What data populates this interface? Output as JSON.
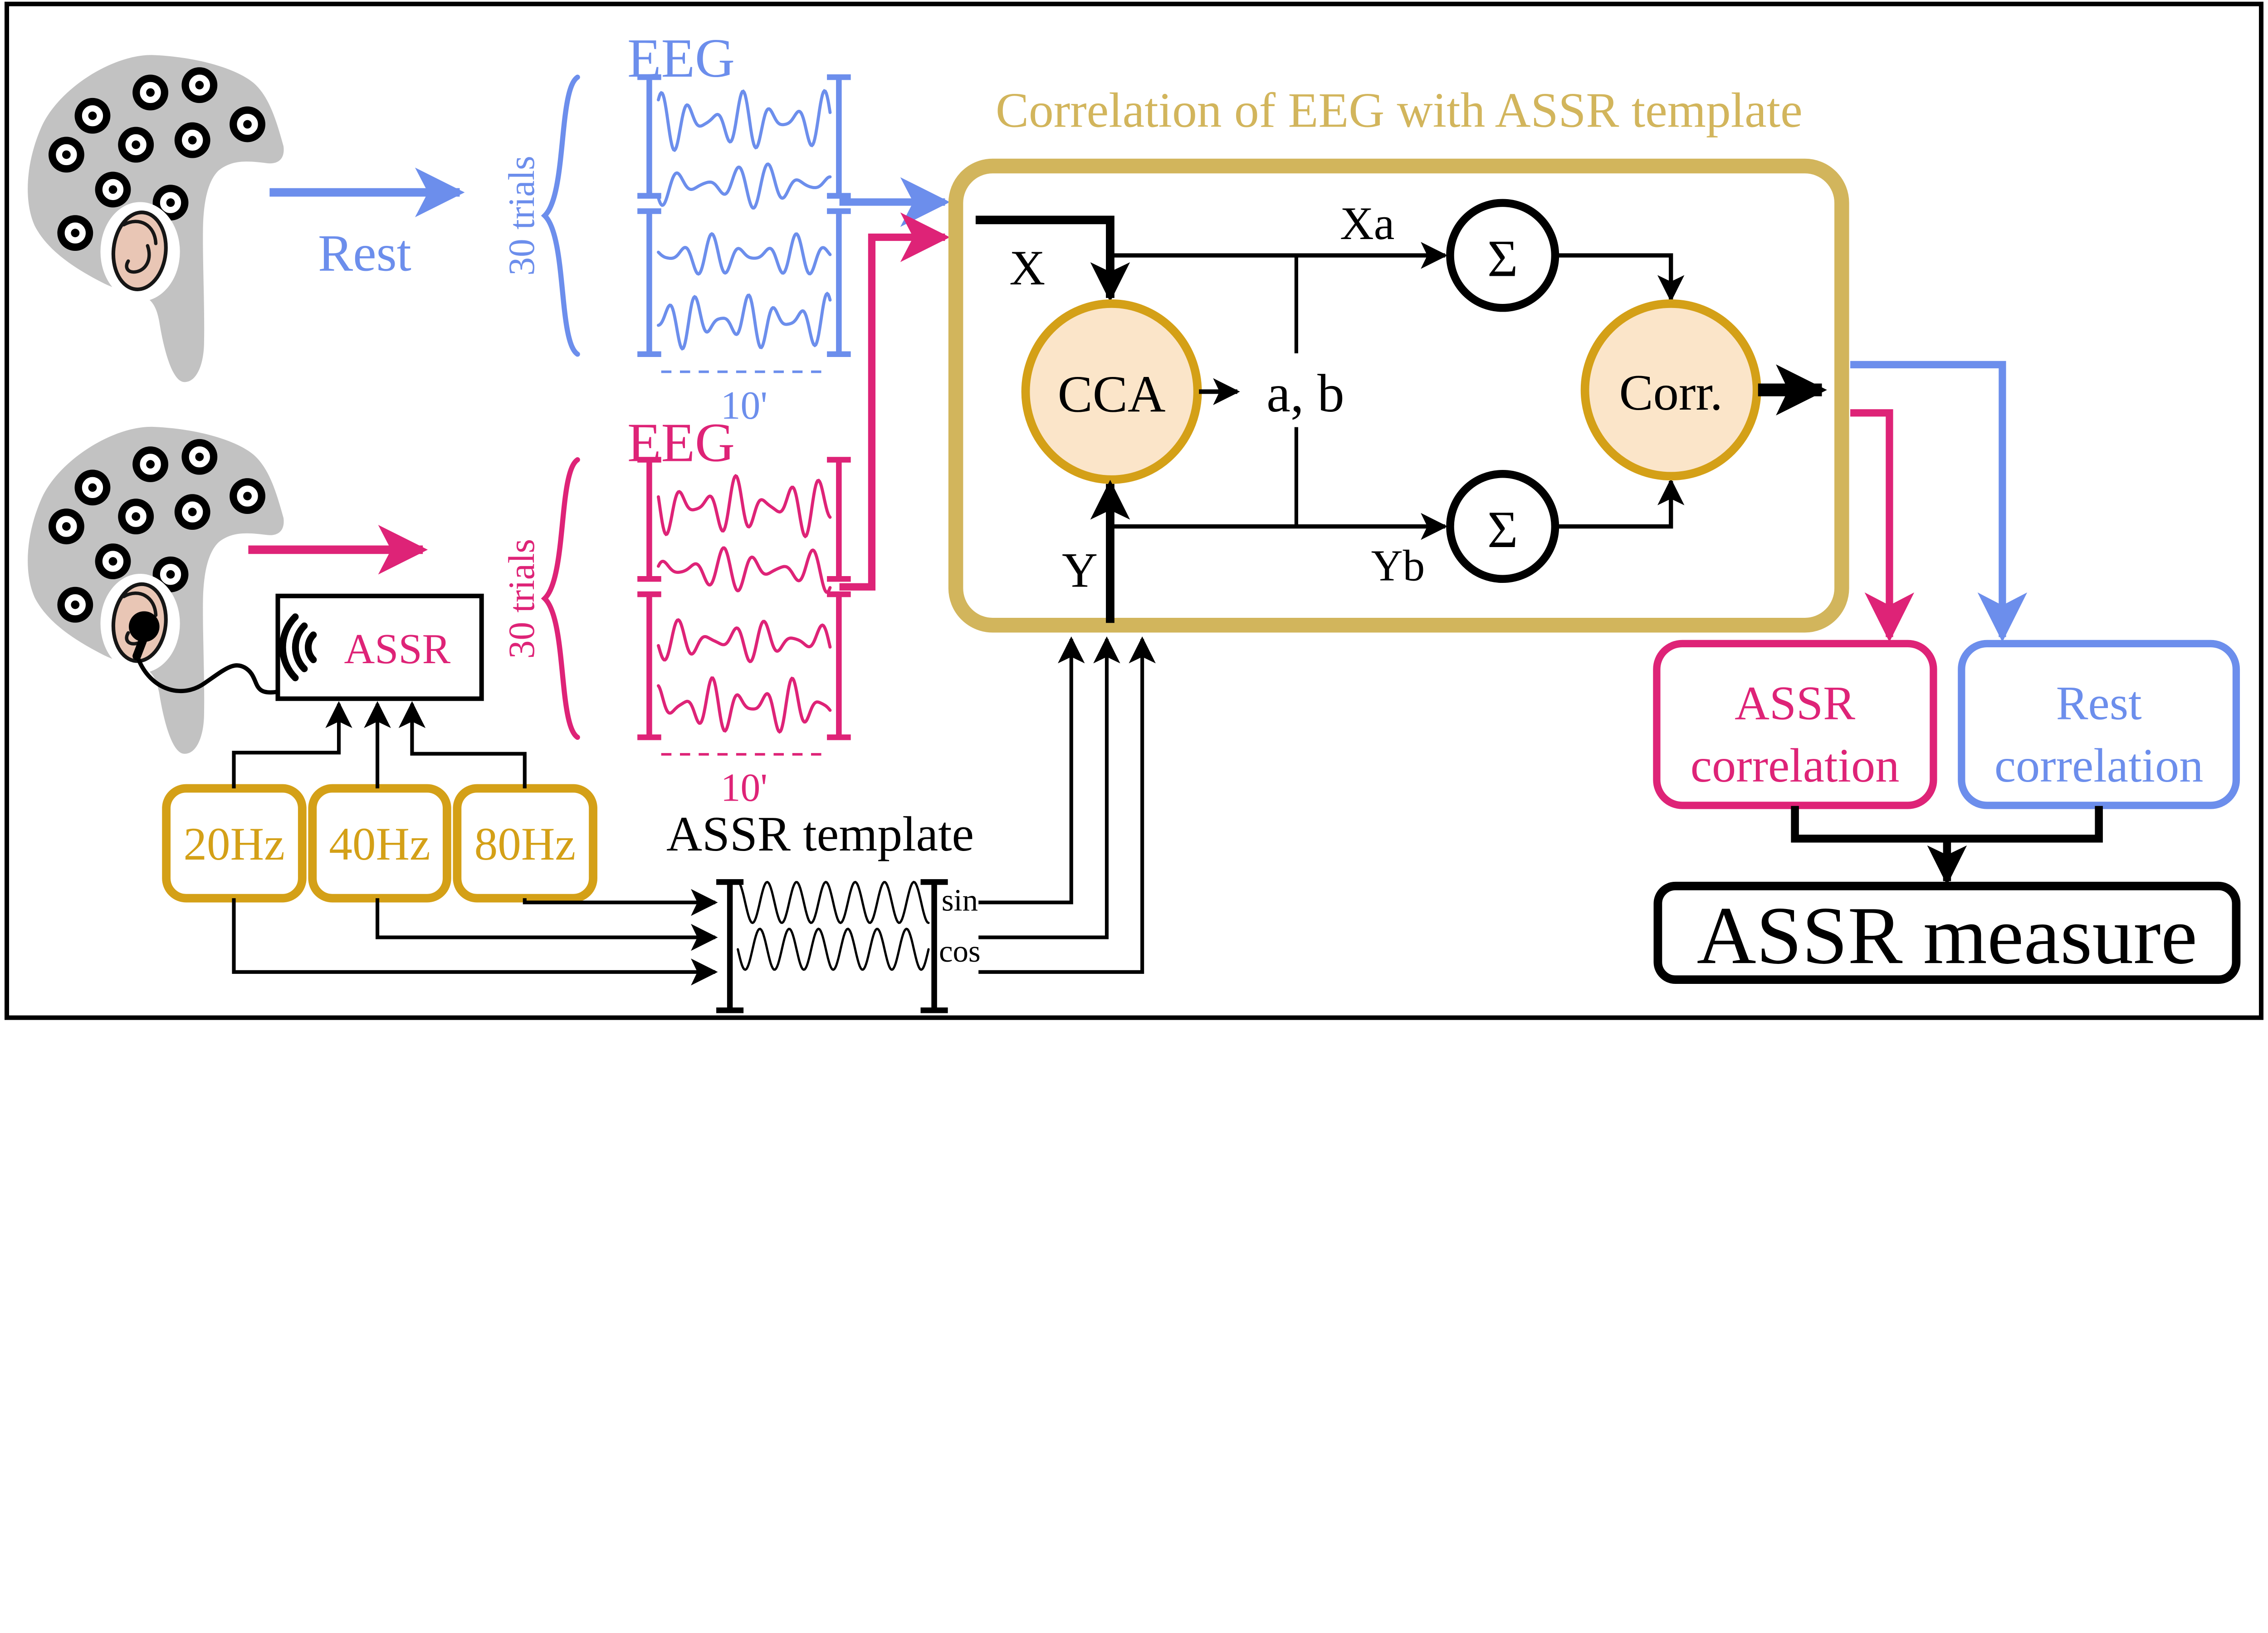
{
  "colors": {
    "blue": "#6c8eec",
    "pink": "#de2377",
    "gold": "#d4a017",
    "tan": "#d2b55c",
    "peach": "#fbe5c9",
    "gray": "#c2c2c2",
    "skin": "#e9c6b5",
    "black": "#000000"
  },
  "rest": {
    "arrow_label": "Rest",
    "eeg_title": "EEG",
    "trials_label": "30 trials",
    "duration_label": "10'"
  },
  "assr": {
    "eeg_title": "EEG",
    "trials_label": "30 trials",
    "duration_label": "10'",
    "stimulus_box_label": "ASSR",
    "freqs": [
      "20Hz",
      "40Hz",
      "80Hz"
    ]
  },
  "template": {
    "title": "ASSR template",
    "sin_label": "sin",
    "cos_label": "cos"
  },
  "corr_box": {
    "title": "Correlation of EEG with ASSR template",
    "x_label": "X",
    "y_label": "Y",
    "xa_label": "Xa",
    "yb_label": "Yb",
    "cca_label": "CCA",
    "ab_label": "a, b",
    "sum_symbol": "Σ",
    "corr_label": "Corr."
  },
  "results": {
    "assr_corr_line1": "ASSR",
    "assr_corr_line2": "correlation",
    "rest_corr_line1": "Rest",
    "rest_corr_line2": "correlation",
    "measure_label": "ASSR measure"
  }
}
